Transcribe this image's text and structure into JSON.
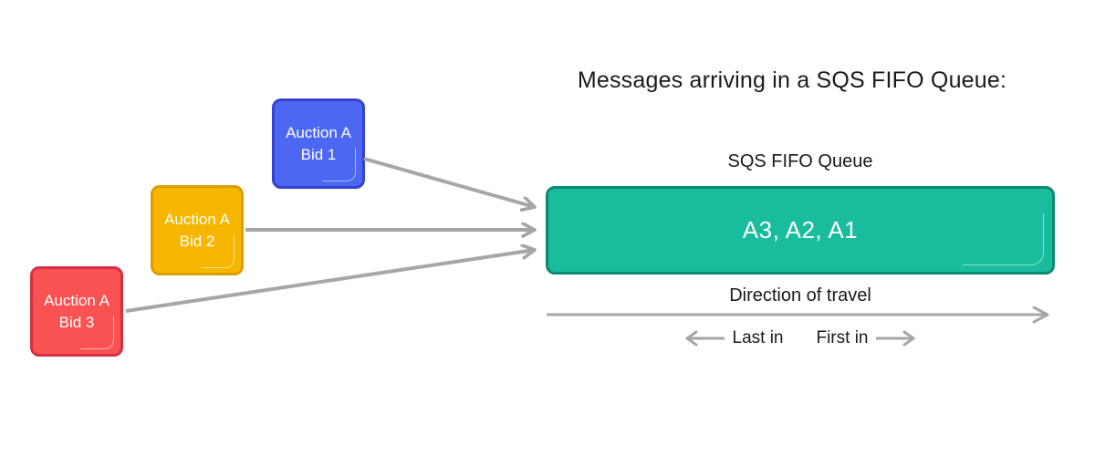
{
  "title": "Messages arriving in a SQS FIFO Queue:",
  "queue": {
    "label": "SQS FIFO Queue",
    "content": "A3, A2, A1",
    "fill": "#19BD9E",
    "border": "#0D8873"
  },
  "bids": [
    {
      "line1": "Auction A",
      "line2": "Bid 1",
      "fill": "#4C67F2",
      "border": "#3342CF"
    },
    {
      "line1": "Auction A",
      "line2": "Bid 2",
      "fill": "#F7B600",
      "border": "#DC9E00"
    },
    {
      "line1": "Auction A",
      "line2": "Bid 3",
      "fill": "#FA5252",
      "border": "#D62F45"
    }
  ],
  "direction": {
    "label": "Direction of travel",
    "last_in": "Last in",
    "first_in": "First in"
  },
  "icons": {
    "connector-arrow": "gray line with open chevron head",
    "left-arrow": "⟵",
    "right-arrow": "⟶"
  },
  "colors": {
    "arrow_gray": "#A6A6A6",
    "text_dark": "#1A1A1A",
    "node_text": "#FFFFFF"
  }
}
